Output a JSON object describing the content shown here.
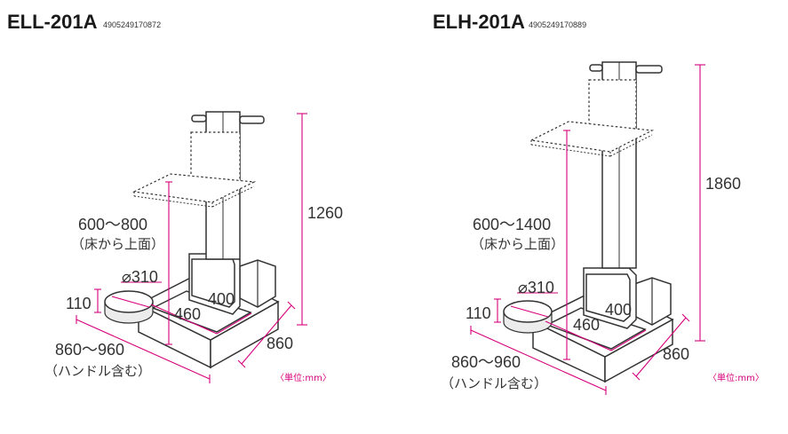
{
  "colors": {
    "dimension": "#d6007a",
    "outline": "#333333",
    "text": "#1a1a1a"
  },
  "left": {
    "model": "ELL-201A",
    "jan": "4905249170872",
    "height": "1260",
    "table_height": "600〜800",
    "table_height_note": "（床から上面）",
    "base_width": "860〜960",
    "base_width_note": "（ハンドル含む）",
    "depth": "860",
    "inner_width": "460",
    "inner_depth": "400",
    "caster_dia": "⌀310",
    "caster_height": "110",
    "unit": "〈単位:mm〉"
  },
  "right": {
    "model": "ELH-201A",
    "jan": "4905249170889",
    "height": "1860",
    "table_height": "600〜1400",
    "table_height_note": "（床から上面）",
    "base_width": "860〜960",
    "base_width_note": "（ハンドル含む）",
    "depth": "860",
    "inner_width": "460",
    "inner_depth": "400",
    "caster_dia": "⌀310",
    "caster_height": "110",
    "unit": "〈単位:mm〉"
  }
}
